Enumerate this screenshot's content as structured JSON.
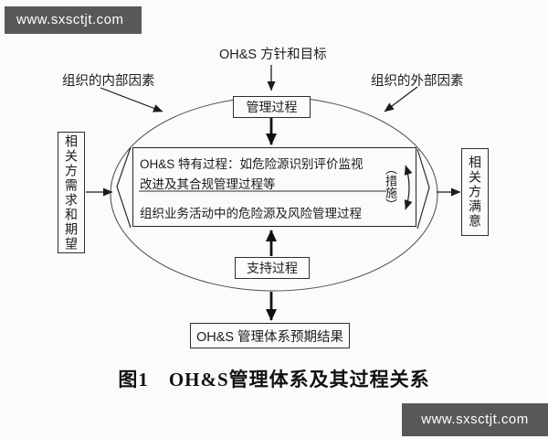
{
  "watermark": {
    "text": "www.sxsctjt.com"
  },
  "colors": {
    "banner_bg": "#58585a",
    "banner_text": "#ffffff",
    "line": "#2b2b2b",
    "ellipse_stroke": "#4a4a4a",
    "text": "#1c1c1c",
    "background": "#fbfbfb"
  },
  "diagram": {
    "top_label": "OH&S 方针和目标",
    "internal_factors": "组织的内部因素",
    "external_factors": "组织的外部因素",
    "management_process": "管理过程",
    "core_box": {
      "line1": "OH&S 特有过程：如危险源识别评价监视",
      "line2": "改进及其合规管理过程等",
      "line3": "组织业务活动中的危险源及风险管理过程",
      "measures": "（措施）"
    },
    "support_process": "支持过程",
    "left_box": "相关方需求和期望",
    "right_box": "相关方满意",
    "result_box": "OH&S 管理体系预期结果",
    "caption": "图1　OH&S管理体系及其过程关系"
  }
}
